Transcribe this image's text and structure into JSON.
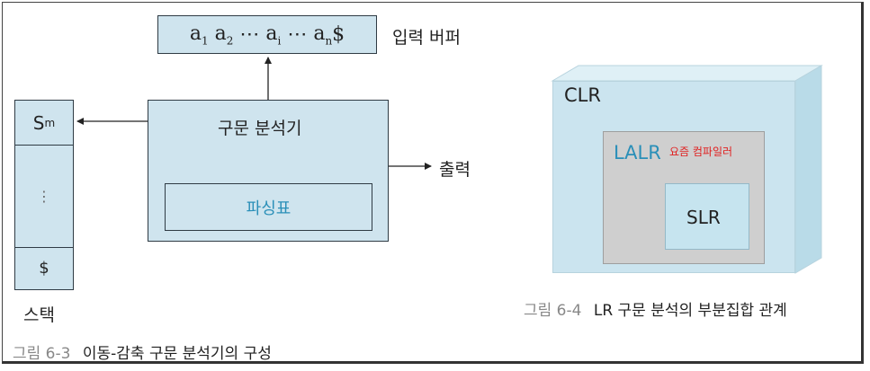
{
  "figure_left": {
    "input_buffer": {
      "parts": [
        "a",
        "1",
        "a",
        "2",
        "⋯",
        "a",
        "i",
        "⋯",
        "a",
        "n",
        "$"
      ],
      "label": "입력 버퍼"
    },
    "parser": {
      "label": "구문 분석기",
      "table_label": "파싱표"
    },
    "output_label": "출력",
    "stack": {
      "top": "S",
      "top_sub": "m",
      "middle": "⋮",
      "bottom": "$",
      "label": "스택"
    },
    "caption_number": "그림 6-3",
    "caption_text": "이동-감축 구문 분석기의 구성"
  },
  "figure_right": {
    "outer_label": "CLR",
    "middle_label": "LALR",
    "annotation": "요즘 컴파일러",
    "inner_label": "SLR",
    "caption_number": "그림 6-4",
    "caption_text": "LR 구문 분석의 부분집합 관계",
    "colors": {
      "clr": "#cbe4ef",
      "lalr": "#cfcfcf",
      "slr": "#c6e4ef",
      "annotation": "#e02020",
      "lalr_text": "#2a8fb8"
    }
  }
}
